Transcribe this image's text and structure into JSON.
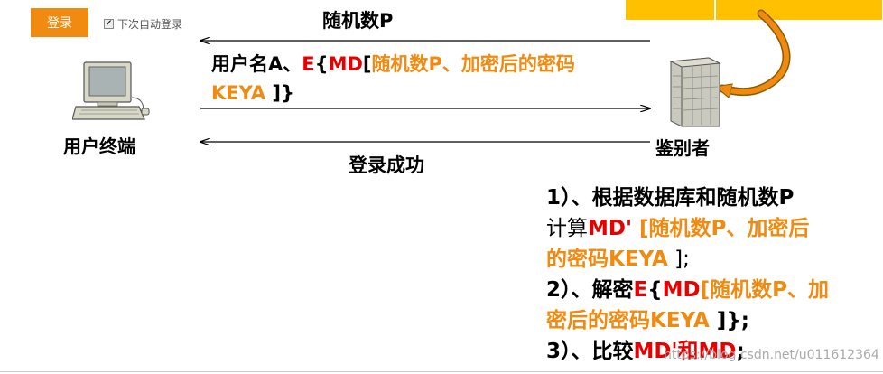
{
  "login": {
    "button_label": "登录",
    "auto_login_label": "下次自动登录",
    "auto_login_checked": true
  },
  "header_boxes": [
    "",
    ""
  ],
  "arrows": {
    "random_label": "随机数P",
    "message": {
      "part1": "用户名A、",
      "e": "E",
      "brace_open": "{",
      "md": "MD",
      "bracket_open": "[",
      "content": "随机数P、加密后的密码KEYA",
      "bracket_close": " ]",
      "brace_close": "}"
    },
    "success_label": "登录成功"
  },
  "nodes": {
    "terminal_label": "用户终端",
    "authenticator_label": "鉴别者"
  },
  "steps": {
    "s1_prefix": "1）、根据数据库和随机数P",
    "s1_calc": "计算",
    "s1_md": "MD'",
    "s1_content_a": " [随机数P、加密后",
    "s1_content_b": "的密码KEYA",
    "s1_close": " ];",
    "s2_prefix": "2）、解密",
    "s2_e": "E",
    "s2_brace": "{",
    "s2_md": "MD",
    "s2_content_a": "[随机数P、加",
    "s2_content_b": "密后的密码KEYA",
    "s2_close": " ]};",
    "s3_prefix": "3）、比较",
    "s3_md1": "MD'",
    "s3_and": "和",
    "s3_md2": "MD",
    "s3_semi": ";"
  },
  "watermark": "https://blog.csdn.net/u011612364",
  "colors": {
    "accent_red": "#e80000",
    "accent_orange": "#f08a10",
    "box_yellow": "#ffc000"
  }
}
